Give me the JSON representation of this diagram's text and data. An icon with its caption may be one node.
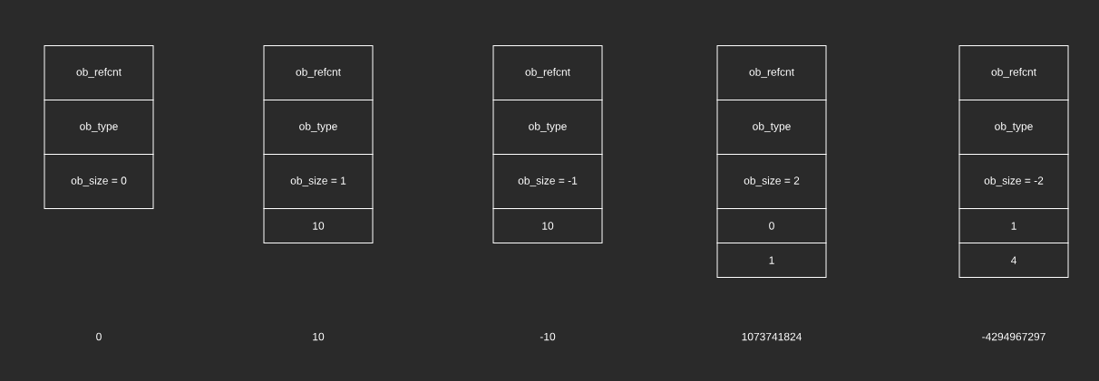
{
  "diagram": {
    "nodes": [
      {
        "text": [
          "ob_refcnt"
        ]
      },
      {
        "text": [
          "ob_type"
        ]
      },
      {
        "text": [
          "ob_size = 0"
        ]
      },
      {
        "text": [
          "ob_refcnt"
        ]
      },
      {
        "text": [
          "ob_type"
        ]
      },
      {
        "text": [
          "ob_size = 1"
        ]
      },
      {
        "text": [
          "10"
        ]
      },
      {
        "text": [
          "ob_refcnt"
        ]
      },
      {
        "text": [
          "ob_type"
        ]
      },
      {
        "text": [
          "ob_size = -1"
        ]
      },
      {
        "text": [
          "10"
        ]
      },
      {
        "text": [
          "ob_refcnt"
        ]
      },
      {
        "text": [
          "ob_type"
        ]
      },
      {
        "text": [
          "ob_size = 2"
        ]
      },
      {
        "text": [
          "0"
        ]
      },
      {
        "text": [
          "1"
        ]
      },
      {
        "text": [
          "ob_refcnt"
        ]
      },
      {
        "text": [
          "ob_type"
        ]
      },
      {
        "text": [
          "ob_size = -2"
        ]
      },
      {
        "text": [
          "1"
        ]
      },
      {
        "text": [
          "4"
        ]
      }
    ],
    "labels": [
      "0",
      "10",
      "-10",
      "1073741824",
      "-4294967297"
    ]
  }
}
